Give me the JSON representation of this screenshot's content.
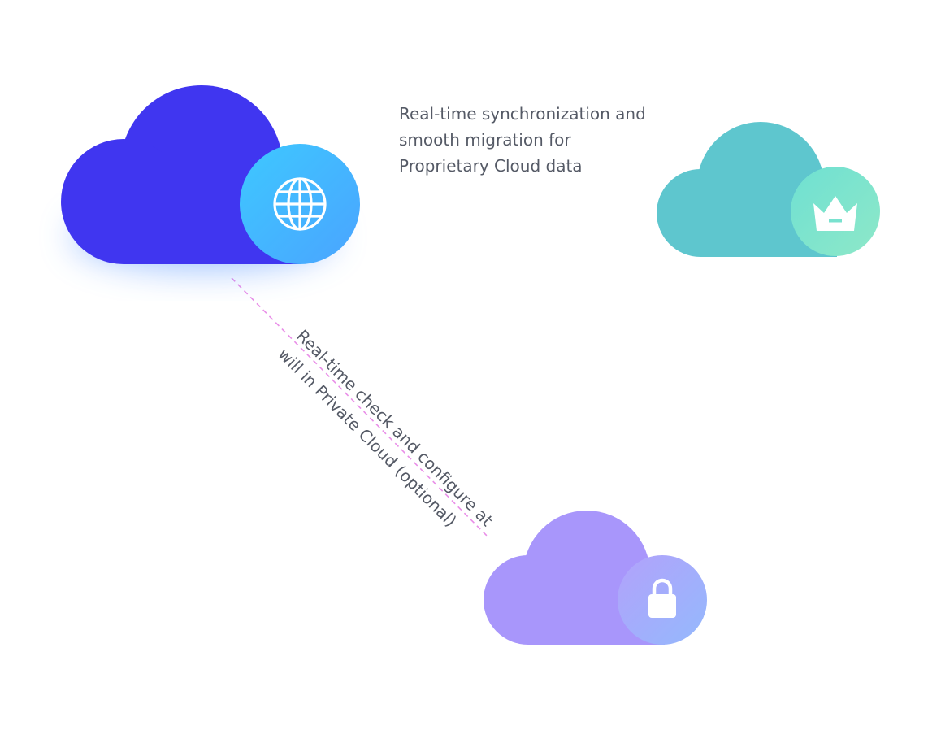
{
  "nodes": {
    "main": {
      "icon": "globe-icon"
    },
    "proprietary": {
      "icon": "crown-icon"
    },
    "private": {
      "icon": "lock-icon"
    }
  },
  "connections": {
    "sync": {
      "lines": [
        "Real-time synchronization and",
        "smooth migration for",
        "Proprietary Cloud data"
      ]
    },
    "private": {
      "lines": [
        "Real-time check and configure at",
        "will in Private Cloud (optional)"
      ]
    }
  },
  "colors": {
    "main_cloud": "#4036f0",
    "main_badge_start": "#3ec8ff",
    "main_badge_end": "#4aa4ff",
    "proprietary_cloud": "#5ec6ce",
    "proprietary_badge_start": "#6fe0d2",
    "proprietary_badge_end": "#8ee8c8",
    "private_cloud": "#a896fb",
    "private_badge_start": "#b2a2fb",
    "private_badge_end": "#94b9fc",
    "sync_line_start": "#5a4df0",
    "sync_line_end": "#8fe8ff",
    "dashed_line": "#e98ee8",
    "label_text": "#555a66"
  }
}
